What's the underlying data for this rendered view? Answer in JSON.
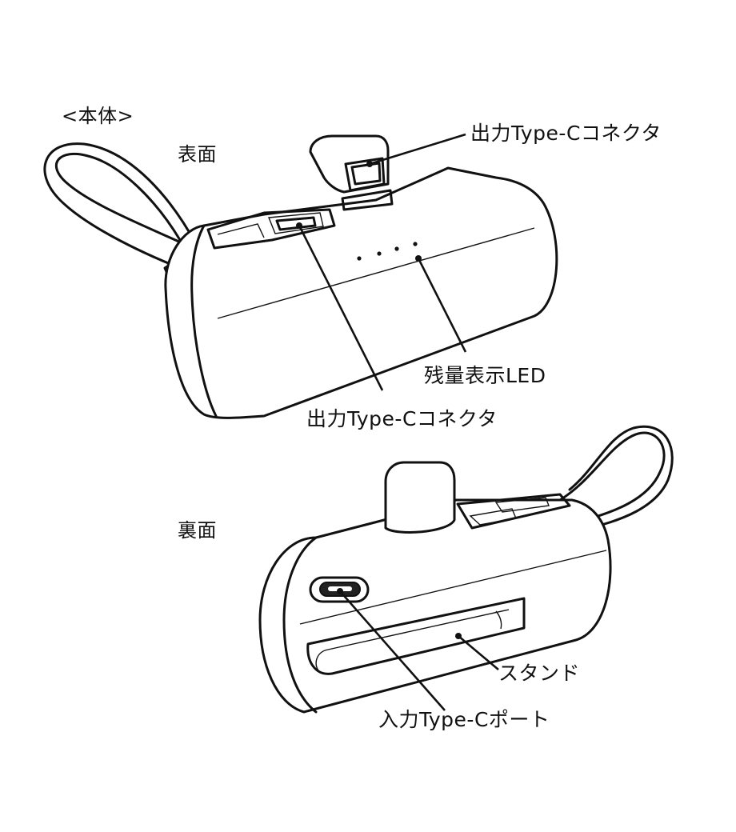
{
  "section_heading": "<本体>",
  "front_view": {
    "title": "表面",
    "labels": {
      "output_connector_top": "出力Type-Cコネクタ",
      "battery_led": "残量表示LED",
      "output_connector_bottom": "出力Type-Cコネクタ"
    }
  },
  "back_view": {
    "title": "裏面",
    "labels": {
      "stand": "スタンド",
      "input_port": "入力Type-Cポート"
    }
  }
}
